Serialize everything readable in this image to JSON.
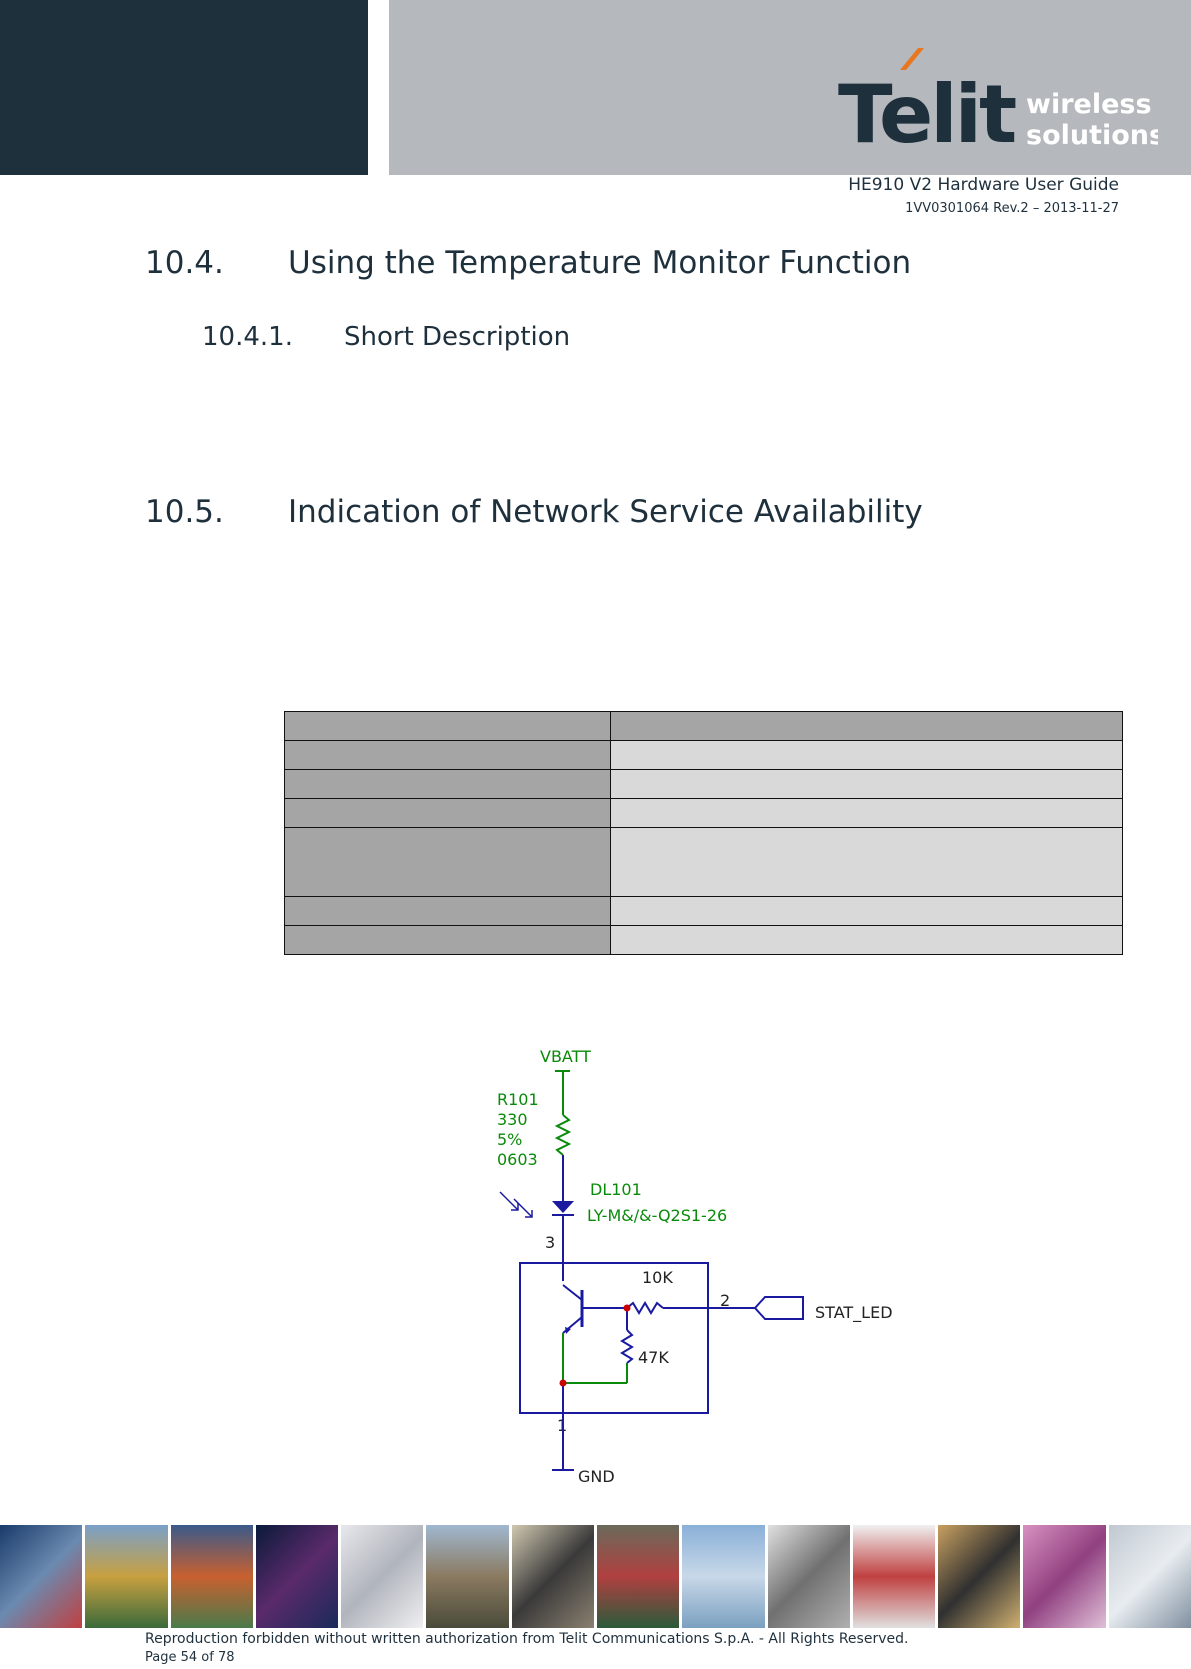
{
  "header": {
    "logo_text": "Telit",
    "logo_tagline_1": "wireless",
    "logo_tagline_2": "solutions",
    "doc_title": "HE910 V2 Hardware User Guide",
    "doc_revision": "1VV0301064 Rev.2 – 2013-11-27"
  },
  "sections": {
    "s1_number": "10.4.",
    "s1_title": "Using the Temperature Monitor Function",
    "s2_number": "10.4.1.",
    "s2_title": "Short Description",
    "s3_number": "10.5.",
    "s3_title": "Indication of Network Service Availability"
  },
  "schematic": {
    "supply": "VBATT",
    "r_ref": "R101",
    "r_value": "330",
    "r_tol": "5%",
    "r_pkg": "0603",
    "led_ref": "DL101",
    "led_part": "LY-M&/&-Q2S1-26",
    "pin3": "3",
    "pin2": "2",
    "pin1": "1",
    "r_base": "10K",
    "r_pull": "47K",
    "signal": "STAT_LED",
    "ground": "GND"
  },
  "footer": {
    "copyright": "Reproduction forbidden without written authorization from Telit Communications S.p.A. - All Rights Reserved.",
    "page": "Page 54 of 78"
  },
  "colors": {
    "brand_dark": "#1f303d",
    "header_grey": "#b5b8bc",
    "table_label": "#a5a5a5",
    "table_value": "#d9d9d9",
    "schematic_wire": "#1a1aa0",
    "schematic_green": "#0a8a0a",
    "schematic_red": "#cc0000"
  }
}
